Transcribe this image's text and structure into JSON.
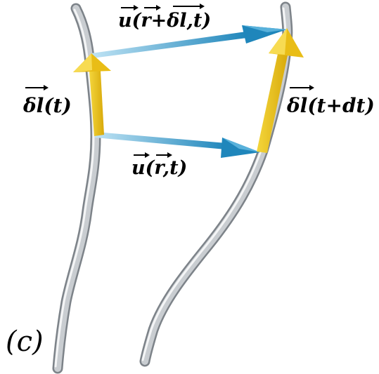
{
  "labels": {
    "delta_l_t": "δl(t)",
    "delta_l_t_dt": "δl(t+dt)",
    "u_r_t": "u(r,t)",
    "u_r_dl_t": "u(r+δl,t)",
    "panel": "(c)"
  },
  "colors": {
    "tube": "#9ea3a8",
    "tube_highlight": "#e6e8ea",
    "element_arrow": "#e8c21a",
    "velocity_arrow": "#2a8fc0",
    "text": "#000000"
  }
}
